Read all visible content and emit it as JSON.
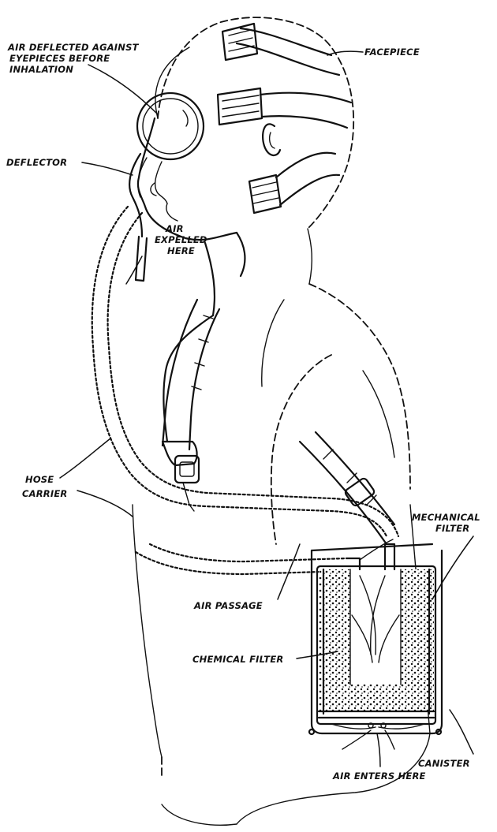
{
  "labels": {
    "air_deflected_line1": "AIR DEFLECTED AGAINST",
    "air_deflected_line2": "EYEPIECES BEFORE",
    "air_deflected_line3": "INHALATION",
    "facepiece": "FACEPIECE",
    "deflector": "DEFLECTOR",
    "air_expelled_line1": "AIR",
    "air_expelled_line2": "EXPELLED",
    "air_expelled_line3": "HERE",
    "hose": "HOSE",
    "carrier": "CARRIER",
    "mechanical_filter_line1": "MECHANICAL",
    "mechanical_filter_line2": "FILTER",
    "air_passage": "AIR PASSAGE",
    "chemical_filter": "CHEMICAL FILTER",
    "canister": "CANISTER",
    "air_enters_here": "AIR ENTERS HERE"
  },
  "colors": {
    "ink": "#111111",
    "paper": "#ffffff"
  }
}
